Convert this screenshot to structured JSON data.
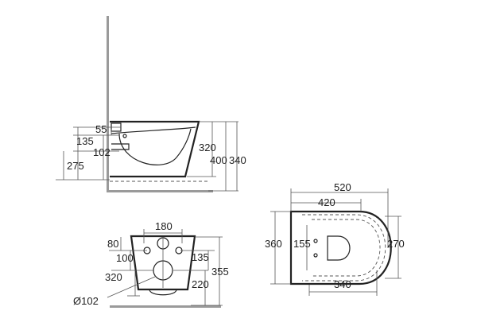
{
  "side_view": {
    "d55": "55",
    "d135": "135",
    "d102": "102",
    "d275": "275",
    "d320": "320",
    "d400": "400",
    "d340": "340"
  },
  "front_view": {
    "d180": "180",
    "d80": "80",
    "d100": "100",
    "d135": "135",
    "d355": "355",
    "d320": "320",
    "d220": "220",
    "d102": "Ø102"
  },
  "top_view": {
    "d520": "520",
    "d420": "420",
    "d360": "360",
    "d155": "155",
    "d270": "270",
    "d340": "340"
  }
}
